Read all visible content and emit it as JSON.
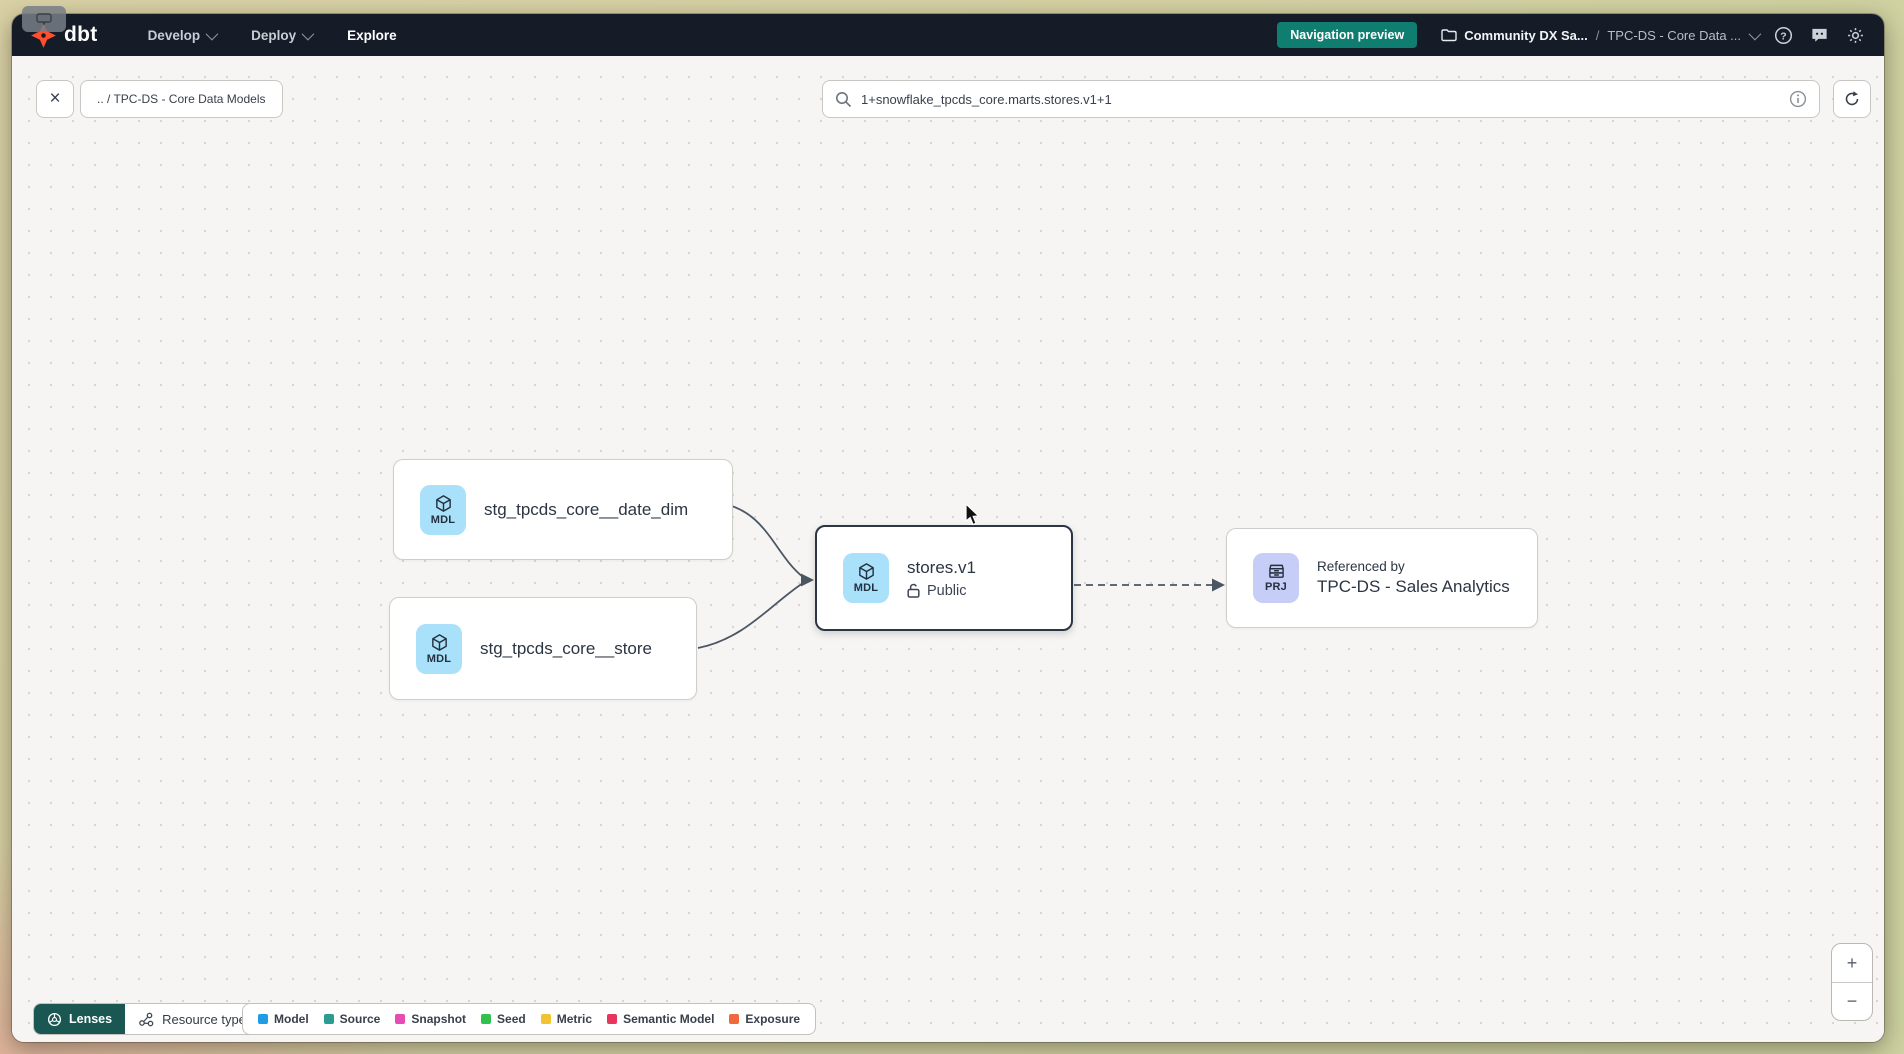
{
  "topnav": {
    "logo_text": "dbt",
    "menus": [
      {
        "label": "Develop"
      },
      {
        "label": "Deploy"
      },
      {
        "label": "Explore"
      }
    ],
    "badge_label": "Navigation preview",
    "breadcrumb": {
      "project": "Community DX Sa...",
      "separator": "/",
      "current": "TPC-DS - Core Data ..."
    }
  },
  "toolbar": {
    "close_label": "×",
    "breadcrumb_chip": ".. / TPC-DS - Core Data Models",
    "search": {
      "value": "1+snowflake_tpcds_core.marts.stores.v1+1"
    }
  },
  "graph": {
    "nodes": [
      {
        "type_tag": "MDL",
        "label": "stg_tpcds_core__date_dim"
      },
      {
        "type_tag": "MDL",
        "label": "stg_tpcds_core__store"
      },
      {
        "type_tag": "MDL",
        "label": "stores.v1",
        "access": "Public"
      },
      {
        "type_tag": "PRJ",
        "pre_label": "Referenced by",
        "label": "TPC-DS - Sales Analytics"
      }
    ]
  },
  "footer": {
    "lenses_label": "Lenses",
    "resource_type_label": "Resource type",
    "legend": [
      {
        "label": "Model",
        "color": "#1e9de4"
      },
      {
        "label": "Source",
        "color": "#2a9d90"
      },
      {
        "label": "Snapshot",
        "color": "#e84cb4"
      },
      {
        "label": "Seed",
        "color": "#2fc24f"
      },
      {
        "label": "Metric",
        "color": "#f2c230"
      },
      {
        "label": "Semantic Model",
        "color": "#e6355f"
      },
      {
        "label": "Exposure",
        "color": "#f0683c"
      }
    ]
  },
  "zoom_controls": {
    "zoom_in": "+",
    "zoom_out": "−"
  }
}
